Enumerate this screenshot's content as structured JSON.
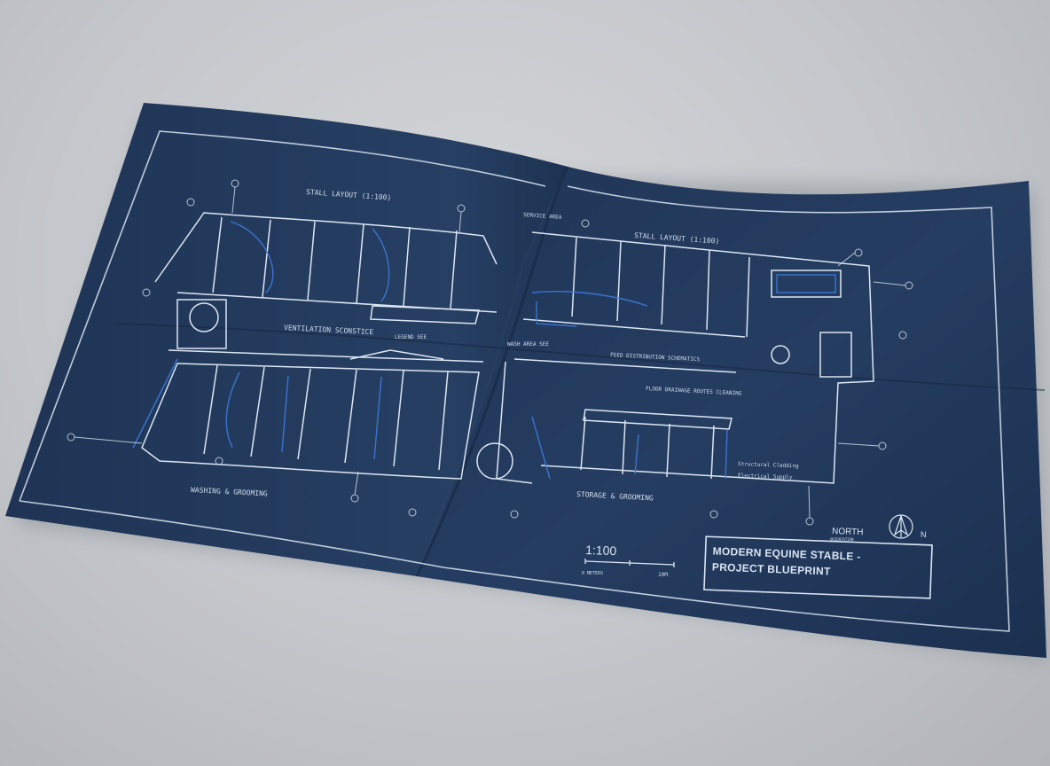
{
  "colors": {
    "desk": "#c3c6ca",
    "paper": "#233a5c",
    "paper_dark": "#1b2e4b",
    "line_white": "#dbe6f3",
    "line_blue": "#3d7bdc"
  },
  "icons": {
    "compass": "north-arrow-icon"
  },
  "blueprint": {
    "left_sheet": {
      "header": "STALL LAYOUT (1:100)",
      "label_center": "VENTILATION SCONSTICE",
      "label_small": "LEGEND SEE",
      "footer": "WASHING & GROOMING"
    },
    "right_sheet": {
      "header": "STALL LAYOUT (1:100)",
      "tag_top": "SERVICE AREA",
      "label_left": "WASH AREA SEE",
      "label_center": "FEED DISTRIBUTION SCHEMATICS",
      "label_mid": "FLOOR DRAINAGE ROUTES CLEANING",
      "legend_a": "Structural Cladding",
      "legend_b": "Electrical Supply",
      "footer": "STORAGE & GROOMING"
    },
    "scale": {
      "ratio": "1:100",
      "start": "0 METERS",
      "end": "10M"
    },
    "north": {
      "label": "NORTH",
      "sub": "ORIENTATION",
      "letter": "N"
    },
    "title_block": {
      "line1": "MODERN EQUINE STABLE -",
      "line2": "PROJECT BLUEPRINT"
    }
  }
}
